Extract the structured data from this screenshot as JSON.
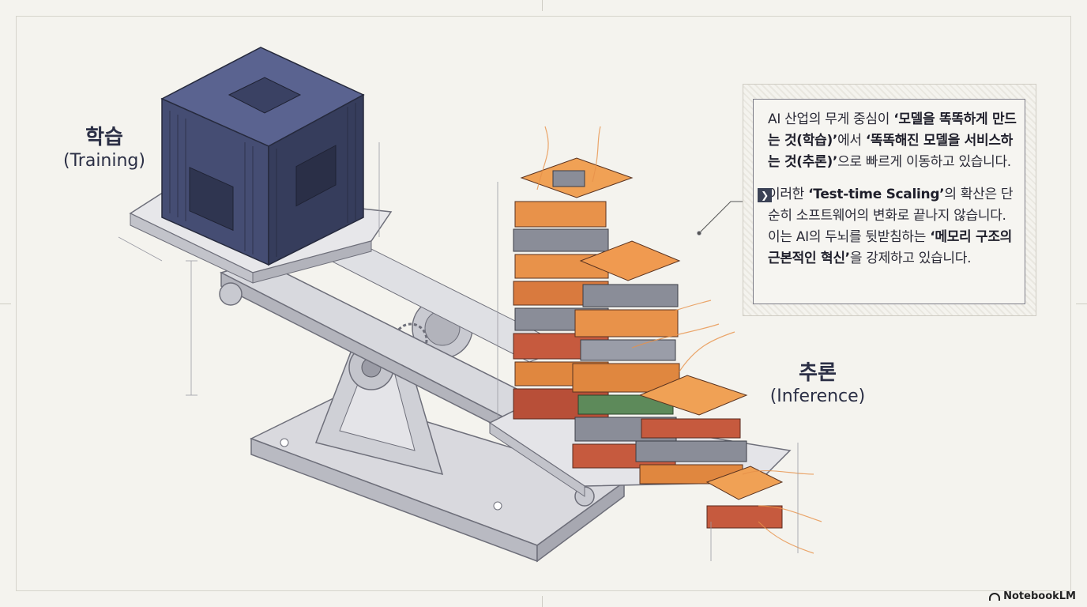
{
  "training": {
    "title": "학습",
    "subtitle": "(Training)"
  },
  "inference": {
    "title": "추론",
    "subtitle": "(Inference)"
  },
  "panel": {
    "p1": [
      {
        "text": "AI 산업의 무게 중심이 ",
        "bold": false
      },
      {
        "text": "‘모델을 똑똑하게 만드는 것(학습)’",
        "bold": true
      },
      {
        "text": "에서 ",
        "bold": false
      },
      {
        "text": "‘똑똑해진 모델을 서비스하는 것(추론)’",
        "bold": true
      },
      {
        "text": "으로 빠르게 이동하고 있습니다.",
        "bold": false
      }
    ],
    "bullet_icon": "chevron-right-icon",
    "p2": [
      {
        "text": "이러한 ",
        "bold": false
      },
      {
        "text": "‘Test-time Scaling’",
        "bold": true
      },
      {
        "text": "의 확산은 단순히 소프트웨어의 변화로 끝나지 않습니다. 이는 AI의 두뇌를 뒷받침하는 ",
        "bold": false
      },
      {
        "text": "‘메모리 구조의 근본적인 혁신’",
        "bold": true
      },
      {
        "text": "을 강제하고 있습니다.",
        "bold": false
      }
    ]
  },
  "brand": {
    "name": "NotebookLM",
    "icon": "notebooklm-logo-icon"
  },
  "colors": {
    "cube": "#4a5378",
    "cube_dark": "#2f3550",
    "chip_orange": "#e8924a",
    "chip_red": "#c65a3e",
    "chip_gray": "#8a8d98",
    "chip_green": "#5d8a5a",
    "frame": "#b9bac2"
  }
}
